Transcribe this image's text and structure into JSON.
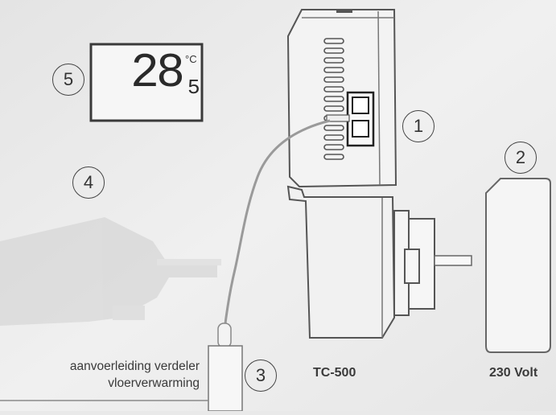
{
  "device": {
    "model_label": "TC-500"
  },
  "socket": {
    "voltage_label": "230 Volt"
  },
  "pipe": {
    "description_line1": "aanvoerleiding verdeler",
    "description_line2": "vloerverwarming"
  },
  "display": {
    "temperature_main": "28",
    "temperature_decimal": "5",
    "unit": "°C"
  },
  "callouts": [
    "1",
    "2",
    "3",
    "4",
    "5"
  ]
}
